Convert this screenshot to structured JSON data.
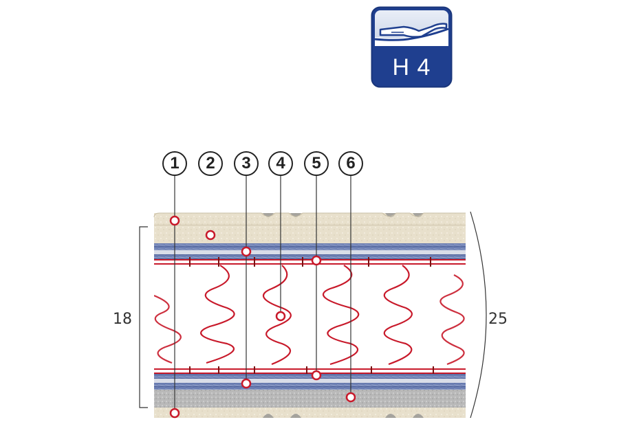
{
  "firmness_badge": {
    "label": "H 4",
    "icon": "hand-pressing-mattress-icon",
    "bg_color": "#1f3f8f"
  },
  "callouts": [
    "1",
    "2",
    "3",
    "4",
    "5",
    "6"
  ],
  "dimensions": {
    "core_height": "18",
    "total_height": "25"
  },
  "colors": {
    "accent_red": "#c8192a",
    "felt_blue": "#5b6fa6",
    "foam_grey": "#b5b5b5",
    "cover_beige": "#e7dfcb"
  }
}
